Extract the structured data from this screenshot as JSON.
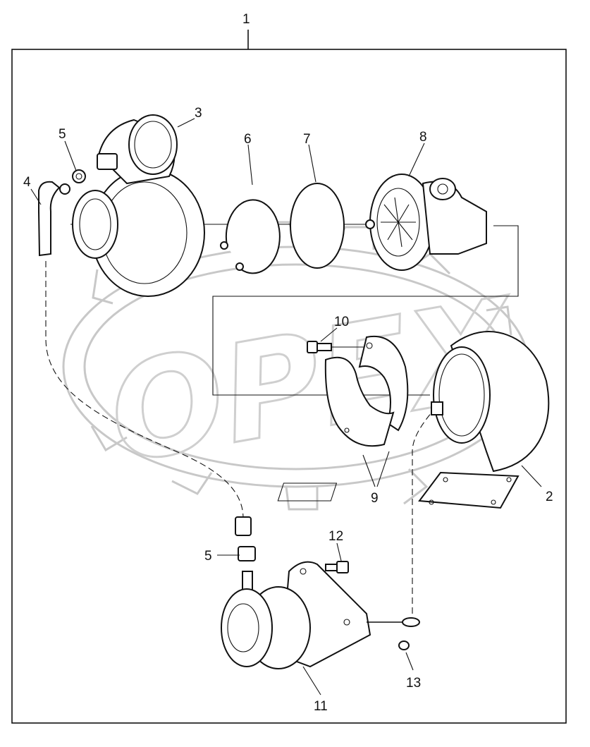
{
  "watermark": {
    "text": "OPEX"
  },
  "callouts": {
    "c1": "1",
    "c2": "2",
    "c3": "3",
    "c4": "4",
    "c5": "5",
    "c5b": "5",
    "c6": "6",
    "c7": "7",
    "c8": "8",
    "c9": "9",
    "c10": "10",
    "c11": "11",
    "c12": "12",
    "c13": "13"
  },
  "colors": {
    "ink": "#111111",
    "watermark": "#c8c8c8",
    "background": "#ffffff"
  }
}
